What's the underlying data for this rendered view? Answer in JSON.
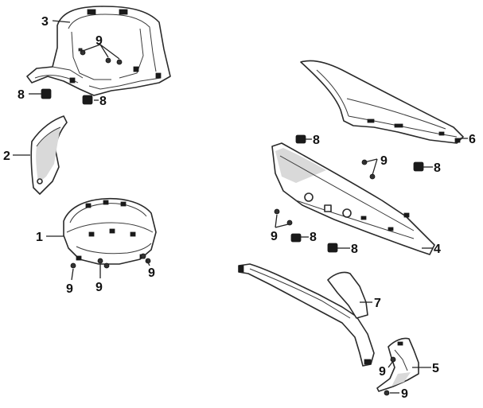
{
  "diagram": {
    "callouts": {
      "c1": "1",
      "c2": "2",
      "c3": "3",
      "c4": "4",
      "c5": "5",
      "c6": "6",
      "c7": "7",
      "c8a": "8",
      "c8b": "8",
      "c8c": "8",
      "c8d": "8",
      "c8e": "8",
      "c8f": "8",
      "c9a": "9",
      "c9b": "9",
      "c9c": "9",
      "c9d": "9",
      "c9e": "9",
      "c9f": "9",
      "c9g": "9",
      "c9h": "9"
    }
  }
}
